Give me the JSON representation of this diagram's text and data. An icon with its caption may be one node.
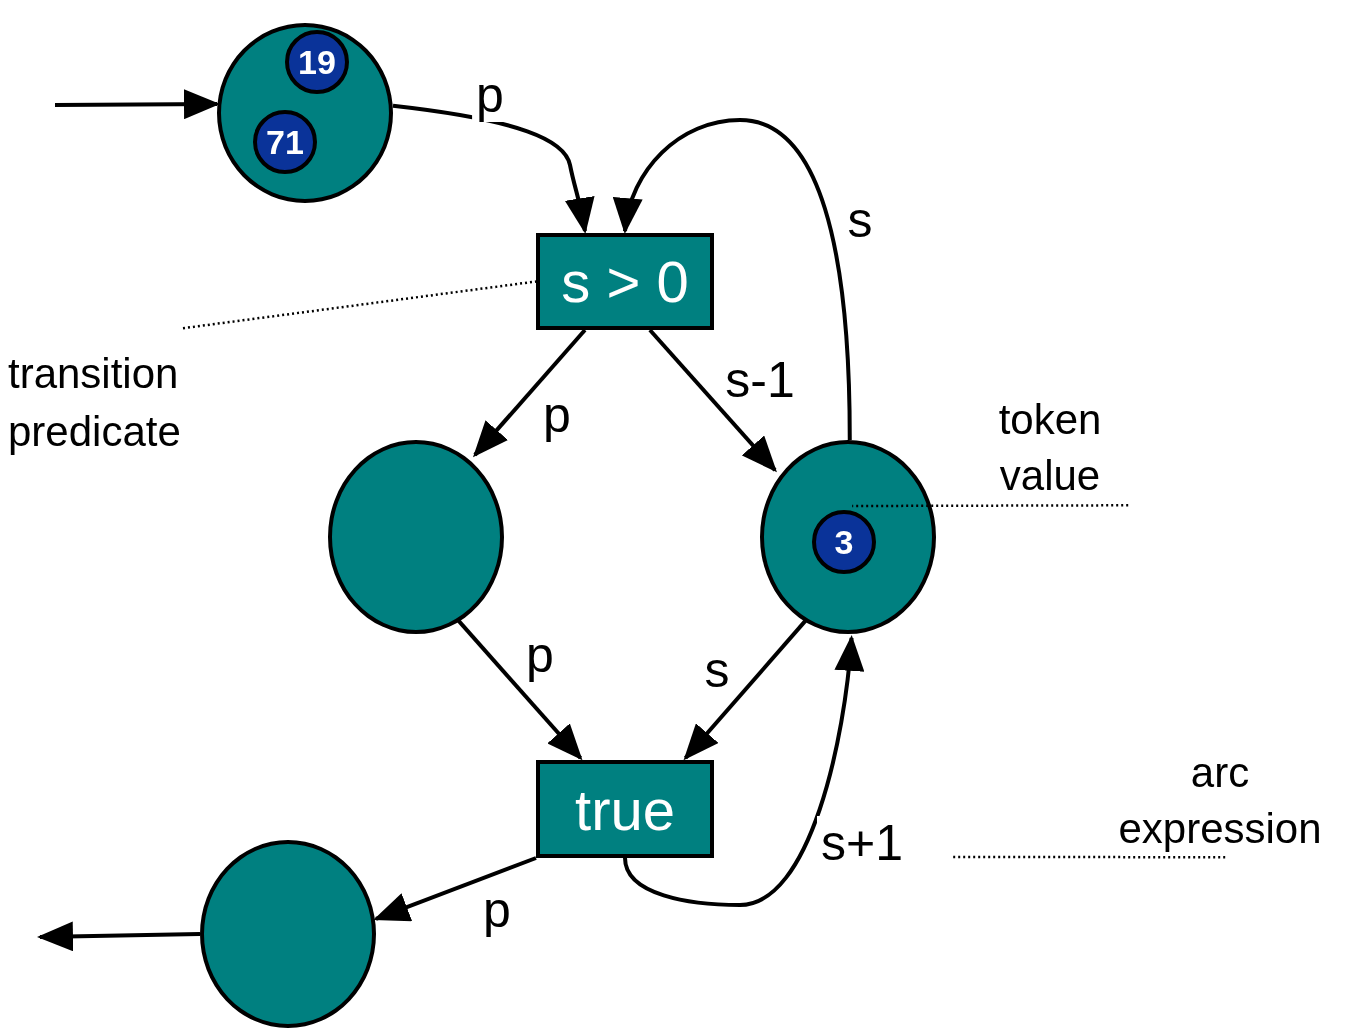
{
  "diagram": {
    "nodes": [
      {
        "text": [],
        "shape": "circle"
      },
      {
        "text": [
          "19"
        ],
        "in": 0
      },
      {
        "text": [
          "71"
        ],
        "in": 0
      },
      {
        "text": [
          "s > 0"
        ]
      },
      {
        "text": [],
        "shape": "circle"
      },
      {
        "text": [],
        "shape": "circle"
      },
      {
        "text": [
          "3"
        ],
        "in": 5
      },
      {
        "text": [
          "true"
        ]
      },
      {
        "text": [],
        "shape": "circle"
      },
      {
        "text": [
          "transition predicate"
        ]
      },
      {
        "text": [
          "token value"
        ]
      },
      {
        "text": [
          "arc expression"
        ]
      }
    ],
    "edges": [
      {
        "from": null,
        "to": 0,
        "arrow": "to"
      },
      {
        "from": 0,
        "to": 3,
        "arrow": "to",
        "label": "p"
      },
      {
        "from": 5,
        "to": 3,
        "arrow": "to",
        "label": "s"
      },
      {
        "from": 3,
        "to": 4,
        "arrow": "to",
        "label": "p"
      },
      {
        "from": 3,
        "to": 5,
        "arrow": "to",
        "label": "s-1"
      },
      {
        "from": 4,
        "to": 7,
        "arrow": "to",
        "label": "p"
      },
      {
        "from": 5,
        "to": 7,
        "arrow": "to",
        "label": "s"
      },
      {
        "from": 7,
        "to": 5,
        "arrow": "to",
        "label": "s+1"
      },
      {
        "from": 7,
        "to": 8,
        "arrow": "to",
        "label": "p"
      },
      {
        "from": 8,
        "to": null,
        "arrow": "to"
      },
      {
        "from": 9,
        "to": 3,
        "arrow": "none",
        "style": "dashed"
      },
      {
        "from": 10,
        "to": 6,
        "arrow": "none",
        "style": "dashed"
      },
      {
        "from": 11,
        "to": null,
        "arrow": "none",
        "style": "dashed"
      }
    ]
  }
}
